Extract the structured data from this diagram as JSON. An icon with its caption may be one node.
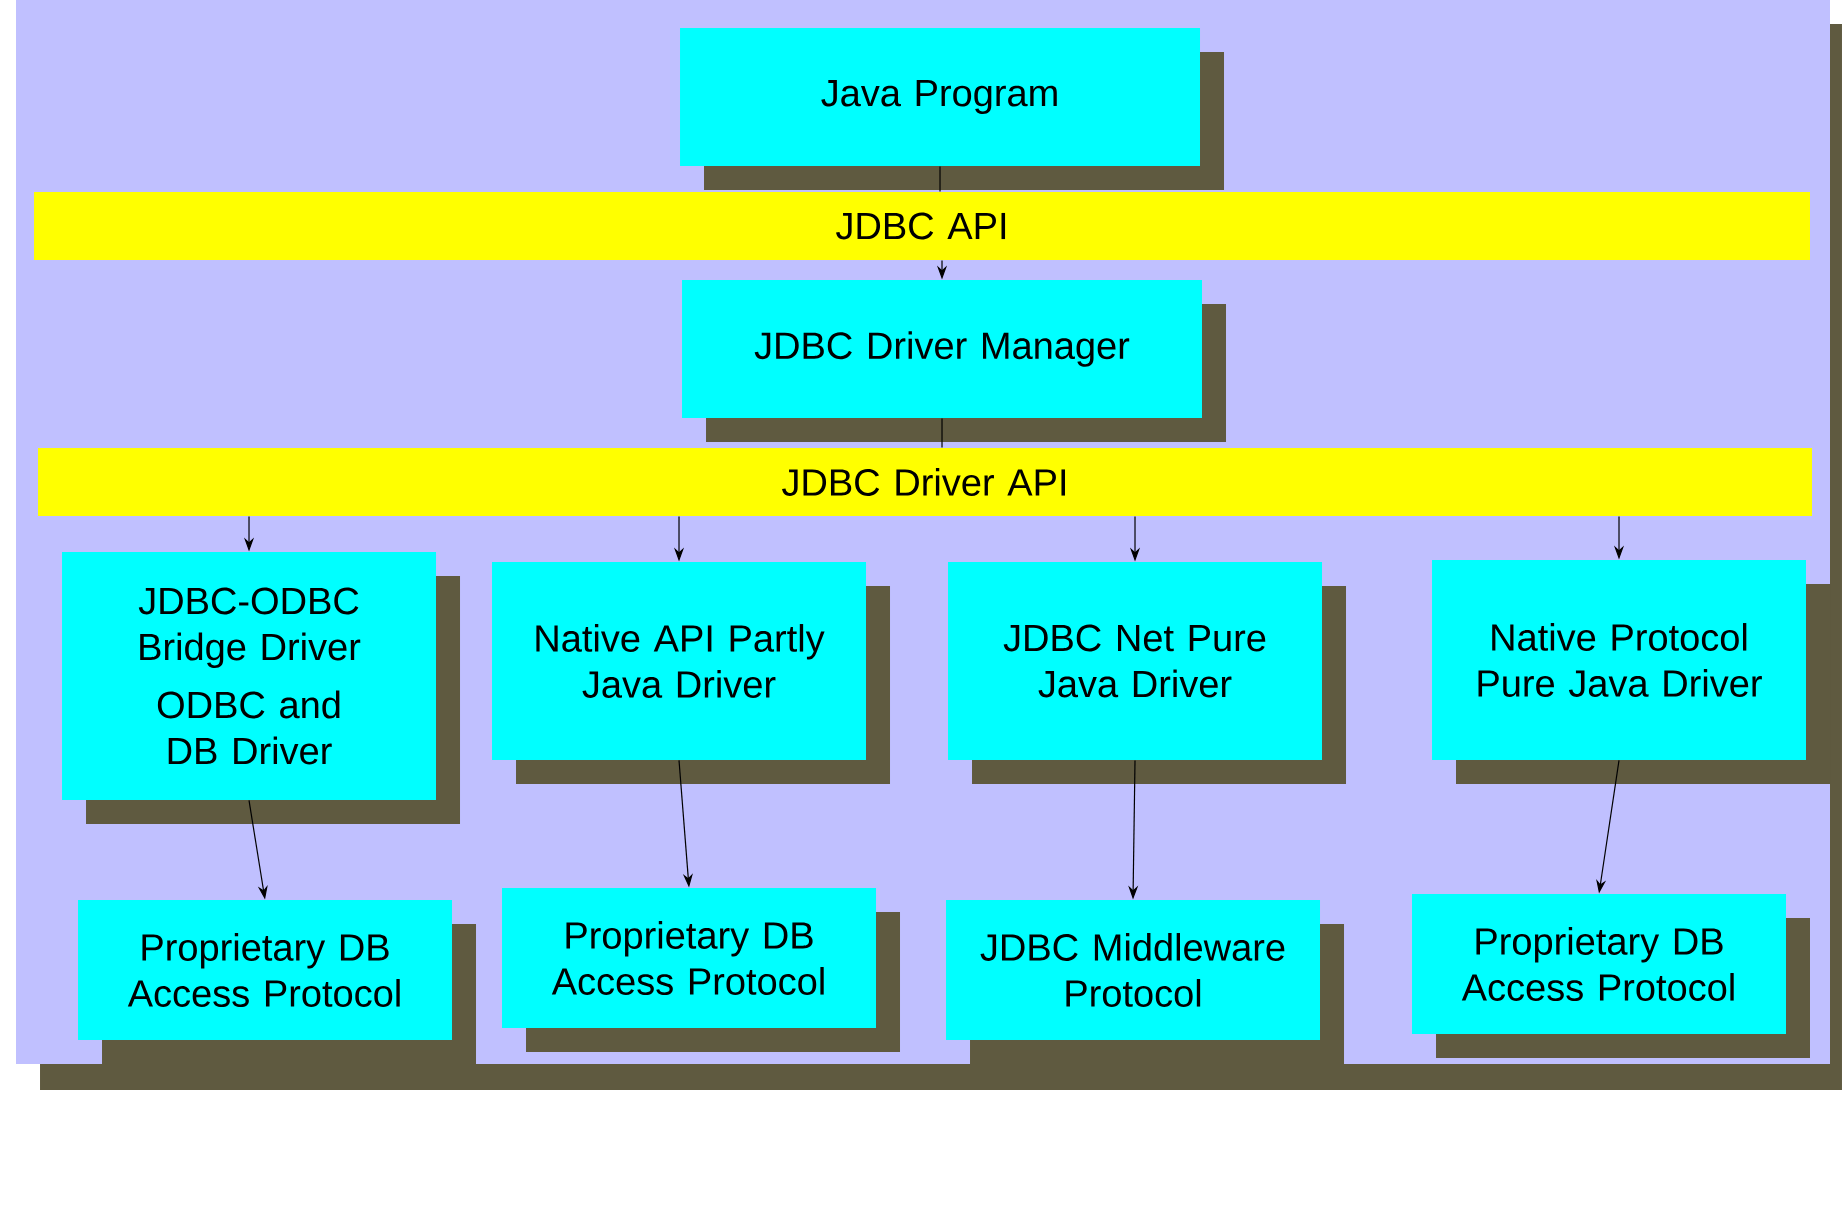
{
  "diagram": {
    "nodes": [
      {
        "text": [
          "Java Program"
        ]
      },
      {
        "text": [
          "JDBC API"
        ]
      },
      {
        "text": [
          "JDBC Driver Manager"
        ]
      },
      {
        "text": [
          "JDBC Driver API"
        ]
      },
      {
        "text": [
          "JDBC-ODBC Bridge Driver",
          "ODBC and DB Driver"
        ]
      },
      {
        "text": [
          "Native API Partly Java Driver"
        ]
      },
      {
        "text": [
          "JDBC Net Pure Java Driver"
        ]
      },
      {
        "text": [
          "Native Protocol Pure Java Driver"
        ]
      },
      {
        "text": [
          "Proprietary DB Access Protocol"
        ]
      },
      {
        "text": [
          "Proprietary DB Access Protocol"
        ]
      },
      {
        "text": [
          "JDBC Middleware Protocol"
        ]
      },
      {
        "text": [
          "Proprietary DB Access Protocol"
        ]
      }
    ],
    "edges": [
      {
        "from": 0,
        "to": 1,
        "arrow": "none"
      },
      {
        "from": 1,
        "to": 2,
        "arrow": "to"
      },
      {
        "from": 2,
        "to": 3,
        "arrow": "none"
      },
      {
        "from": 3,
        "to": 4,
        "arrow": "to"
      },
      {
        "from": 3,
        "to": 5,
        "arrow": "to"
      },
      {
        "from": 3,
        "to": 6,
        "arrow": "to"
      },
      {
        "from": 3,
        "to": 7,
        "arrow": "to"
      },
      {
        "from": 4,
        "to": 8,
        "arrow": "to"
      },
      {
        "from": 5,
        "to": 9,
        "arrow": "to"
      },
      {
        "from": 6,
        "to": 10,
        "arrow": "to"
      },
      {
        "from": 7,
        "to": 11,
        "arrow": "to"
      }
    ]
  }
}
